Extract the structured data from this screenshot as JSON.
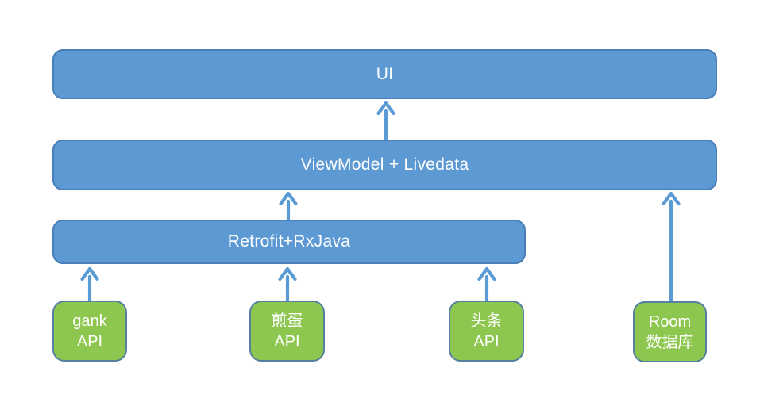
{
  "diagram": {
    "type": "flowchart",
    "background": "#ffffff",
    "colors": {
      "blue_box_fill": "#5d9ad3",
      "blue_box_border": "#4a7eb8",
      "green_box_fill": "#8ec74f",
      "green_box_border": "#55809f",
      "arrow": "#5b9bd5",
      "text": "#ffffff"
    },
    "nodes": {
      "ui": {
        "label": "UI",
        "type": "blue"
      },
      "viewmodel": {
        "label": "ViewModel + Livedata",
        "type": "blue"
      },
      "retrofit": {
        "label": "Retrofit+RxJava",
        "type": "blue"
      },
      "gank": {
        "line1": "gank",
        "line2": "API",
        "type": "green"
      },
      "jiandan": {
        "line1": "煎蛋",
        "line2": "API",
        "type": "green"
      },
      "toutiao": {
        "line1": "头条",
        "line2": "API",
        "type": "green"
      },
      "room": {
        "line1": "Room",
        "line2": "数据库",
        "type": "green"
      }
    },
    "edges": [
      {
        "from": "viewmodel",
        "to": "ui"
      },
      {
        "from": "retrofit",
        "to": "viewmodel"
      },
      {
        "from": "room",
        "to": "viewmodel"
      },
      {
        "from": "gank",
        "to": "retrofit"
      },
      {
        "from": "jiandan",
        "to": "retrofit"
      },
      {
        "from": "toutiao",
        "to": "retrofit"
      }
    ]
  }
}
